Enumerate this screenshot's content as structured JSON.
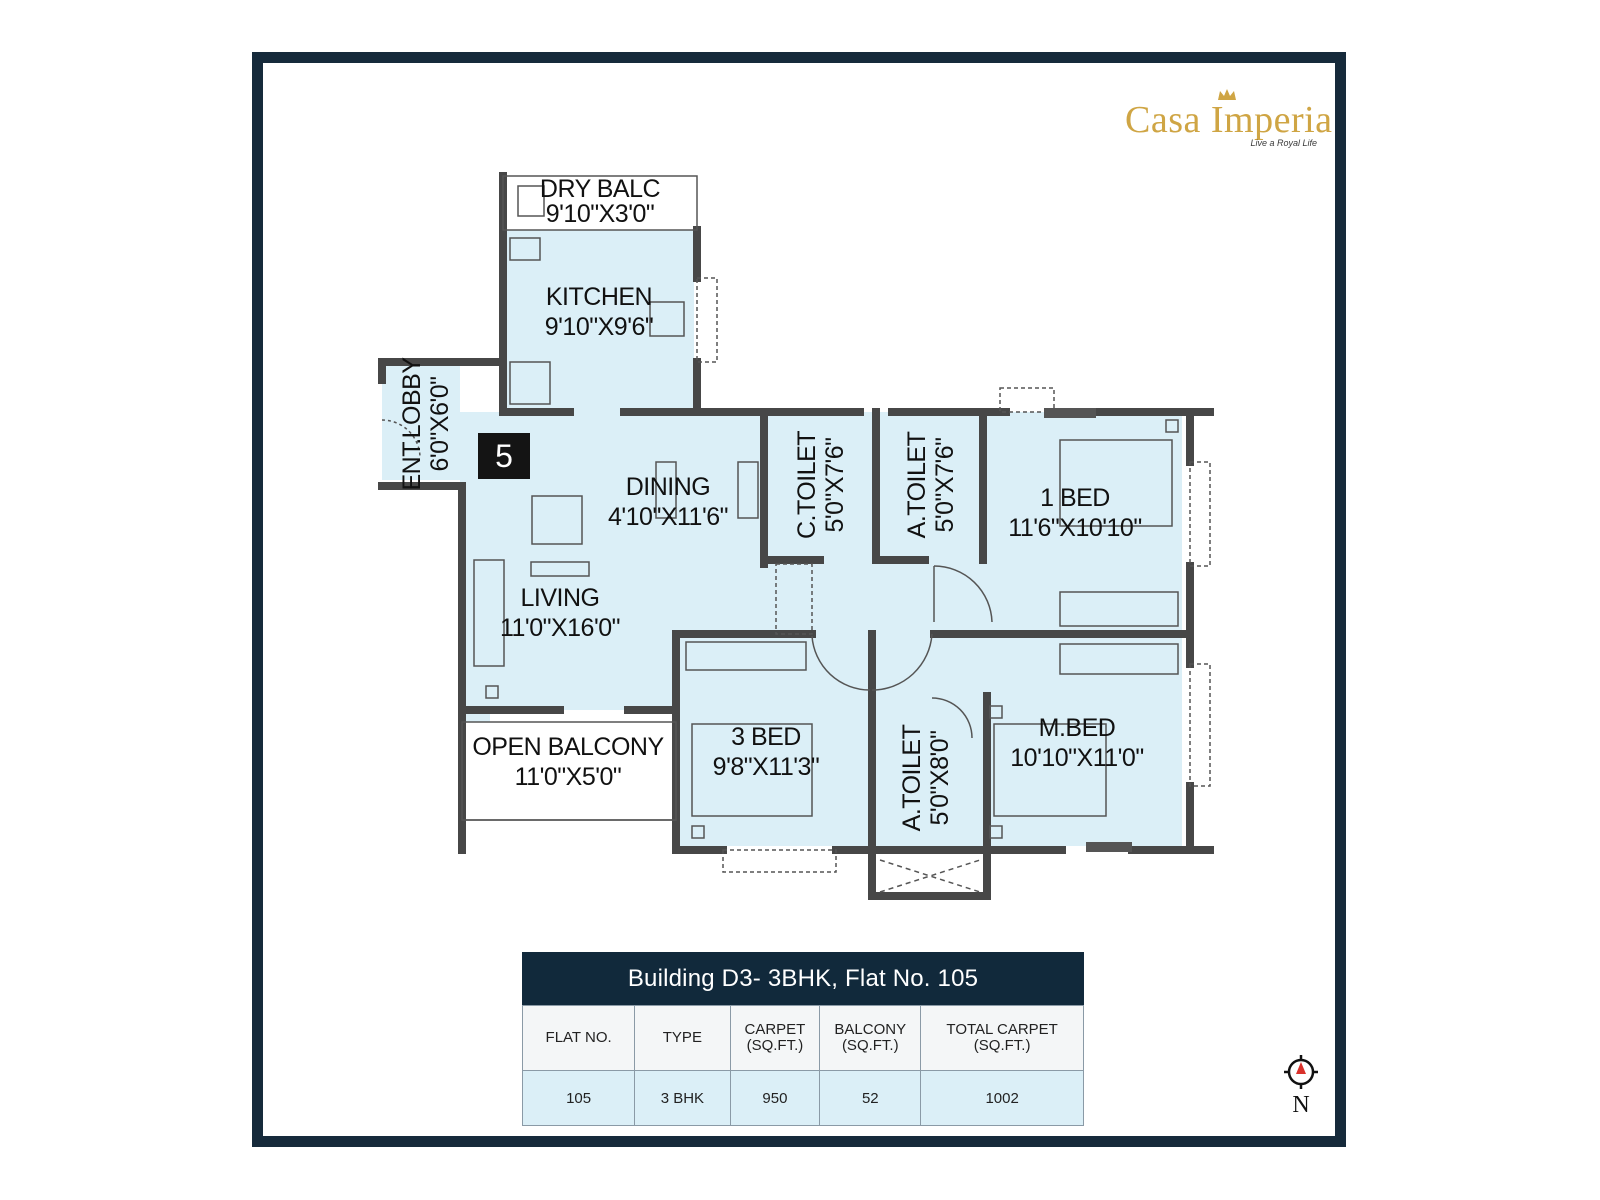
{
  "brand": {
    "name": "Casa Imperia",
    "tagline": "Live a Royal Life",
    "accent": "#cfa544"
  },
  "flat_badge": "5",
  "rooms": {
    "dry_balc": {
      "name": "DRY BALC",
      "size": "9'10\"X3'0\""
    },
    "kitchen": {
      "name": "KITCHEN",
      "size": "9'10\"X9'6\""
    },
    "ent_lobby": {
      "name": "ENT.LOBBY",
      "size": "6'0\"X6'0\""
    },
    "dining": {
      "name": "DINING",
      "size": "4'10\"X11'6\""
    },
    "living": {
      "name": "LIVING",
      "size": "11'0\"X16'0\""
    },
    "c_toilet": {
      "name": "C.TOILET",
      "size": "5'0\"X7'6\""
    },
    "a_toilet_1": {
      "name": "A.TOILET",
      "size": "5'0\"X7'6\""
    },
    "bed1": {
      "name": "1 BED",
      "size": "11'6\"X10'10\""
    },
    "open_balcony": {
      "name": "OPEN BALCONY",
      "size": "11'0\"X5'0\""
    },
    "bed3": {
      "name": "3 BED",
      "size": "9'8\"X11'3\""
    },
    "a_toilet_2": {
      "name": "A.TOILET",
      "size": "5'0\"X8'0\""
    },
    "mbed": {
      "name": "M.BED",
      "size": "10'10\"X11'0\""
    }
  },
  "table": {
    "title": "Building D3- 3BHK, Flat No. 105",
    "headers": [
      {
        "line1": "FLAT NO.",
        "line2": ""
      },
      {
        "line1": "TYPE",
        "line2": ""
      },
      {
        "line1": "CARPET",
        "line2": "(SQ.FT.)"
      },
      {
        "line1": "BALCONY",
        "line2": "(SQ.FT.)"
      },
      {
        "line1": "TOTAL CARPET",
        "line2": "(SQ.FT.)"
      }
    ],
    "row": [
      "105",
      "3 BHK",
      "950",
      "52",
      "1002"
    ]
  },
  "compass": {
    "label": "N"
  },
  "colors": {
    "frame": "#162a3b",
    "room_fill": "#dbeff7",
    "wall": "#444444",
    "table_header": "#11293b"
  }
}
